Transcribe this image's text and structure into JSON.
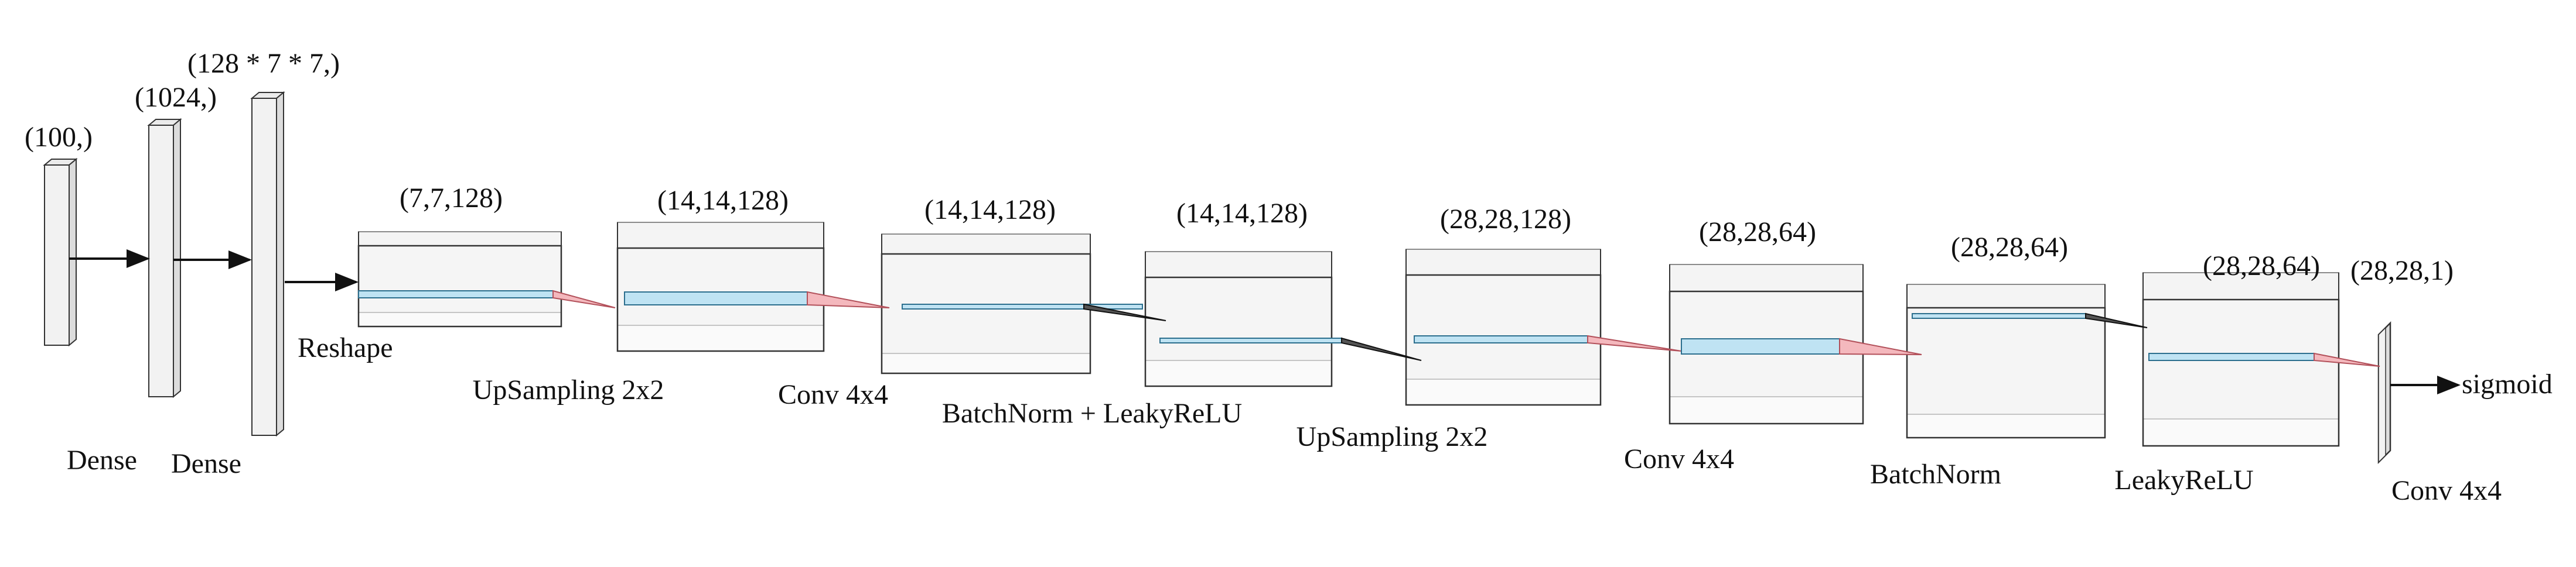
{
  "colors": {
    "box_face": "#f2f2f2",
    "box_side": "#dcdcdc",
    "box_top": "#ebebeb",
    "edge": "#333333",
    "feature_strip": "#bfe3f3",
    "feature_strip_edge": "#2c6f8e",
    "kernel_pink": "#f4b8bd",
    "kernel_pink_edge": "#b2505a",
    "arrow": "#111111"
  },
  "arrow_icon": "arrow-right-icon",
  "layers": [
    {
      "id": "input",
      "shape": "(100,)",
      "label": "Dense"
    },
    {
      "id": "dense1",
      "shape": "(1024,)",
      "label": "Dense"
    },
    {
      "id": "dense2",
      "shape": "(128 * 7 * 7,)",
      "label": "Reshape"
    },
    {
      "id": "reshape",
      "shape": "(7,7,128)",
      "label": "UpSampling 2x2"
    },
    {
      "id": "up1",
      "shape": "(14,14,128)",
      "label": "Conv 4x4"
    },
    {
      "id": "conv1",
      "shape": "(14,14,128)",
      "label": "BatchNorm + LeakyReLU"
    },
    {
      "id": "bn1",
      "shape": "(14,14,128)",
      "label": "UpSampling 2x2"
    },
    {
      "id": "up2",
      "shape": "(28,28,128)",
      "label": "Conv 4x4"
    },
    {
      "id": "conv2",
      "shape": "(28,28,64)",
      "label": "BatchNorm"
    },
    {
      "id": "bn2",
      "shape": "(28,28,64)",
      "label": "LeakyReLU"
    },
    {
      "id": "relu2",
      "shape": "(28,28,64)",
      "label": "Conv 4x4"
    },
    {
      "id": "output",
      "shape": "(28,28,1)",
      "label": "sigmoid"
    }
  ]
}
